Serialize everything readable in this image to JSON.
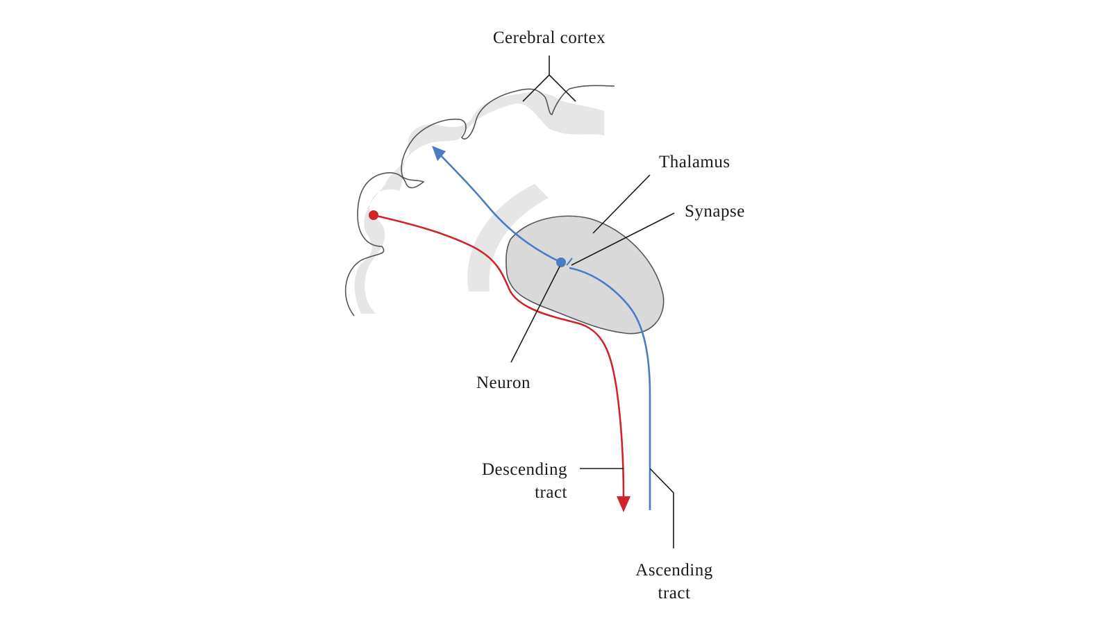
{
  "labels": {
    "cerebral_cortex": "Cerebral cortex",
    "thalamus": "Thalamus",
    "synapse": "Synapse",
    "neuron": "Neuron",
    "descending_line1": "Descending",
    "descending_line2": "tract",
    "ascending_line1": "Ascending",
    "ascending_line2": "tract"
  },
  "colors": {
    "descending_tract": "#d0232a",
    "ascending_tract": "#4a7cc4",
    "thalamus_fill": "#d9d9d9",
    "cortex_band": "#e6e6e6",
    "outline": "#555555"
  }
}
